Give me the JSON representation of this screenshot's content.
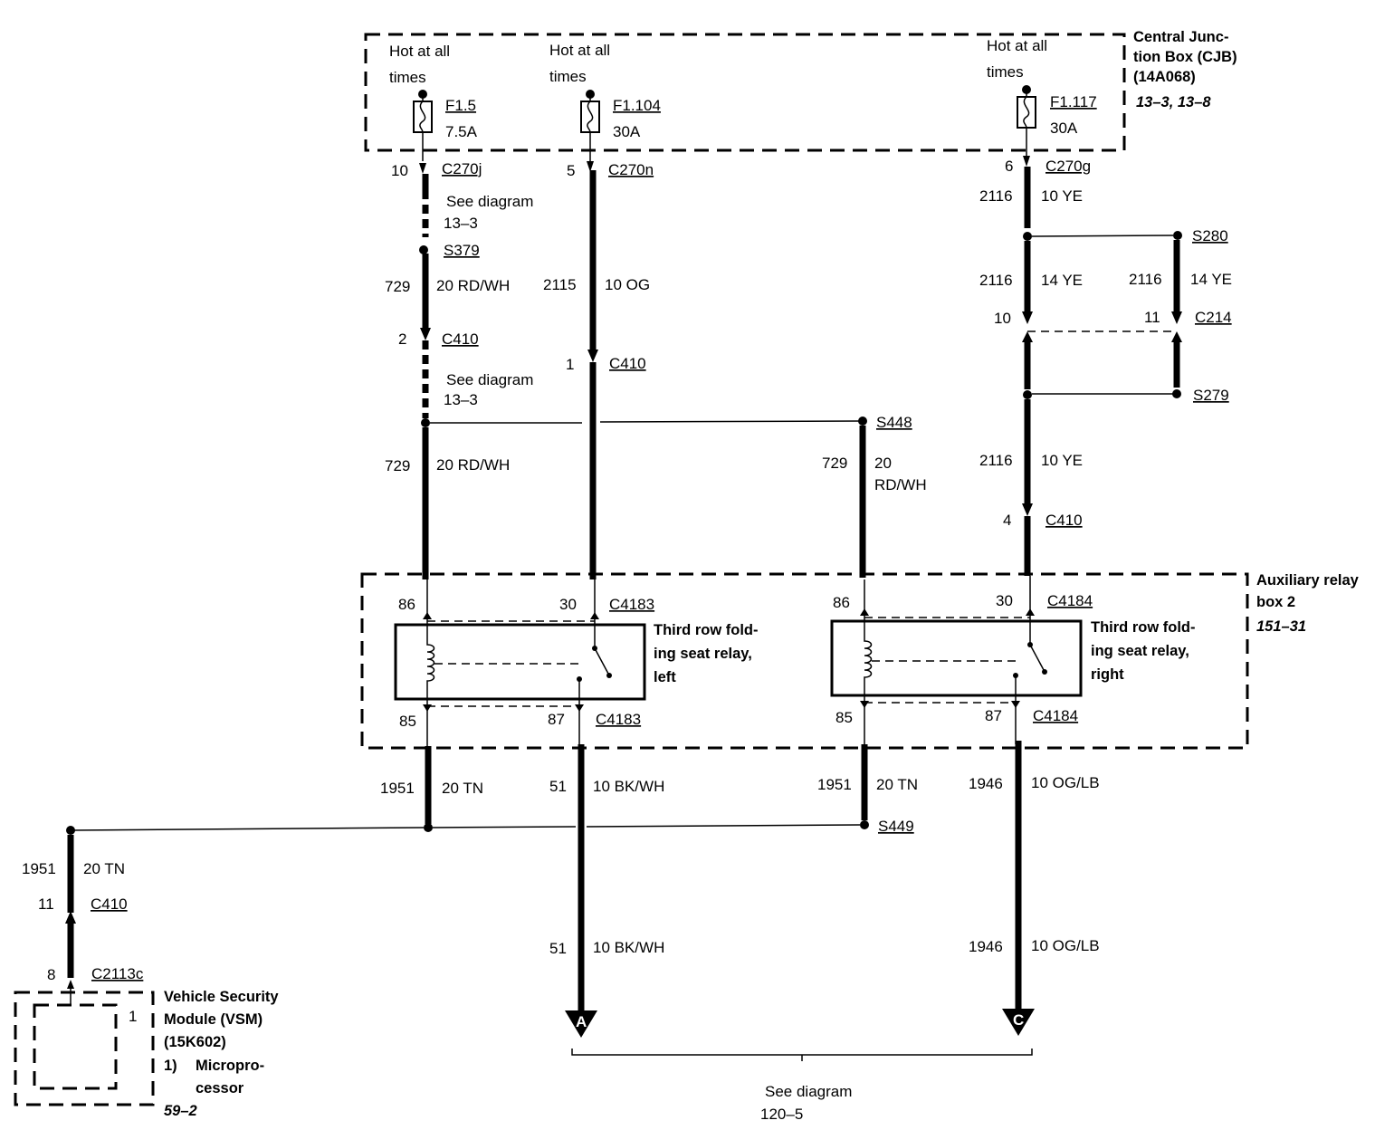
{
  "cjb": {
    "title_lines": [
      "Central Junc-",
      "tion Box (CJB)",
      "(14A068)"
    ],
    "ref": "13–3, 13–8",
    "fuses": [
      {
        "hot_lines": [
          "Hot at all",
          "times"
        ],
        "name": "F1.5",
        "rating": "7.5A"
      },
      {
        "hot_lines": [
          "Hot at all",
          "times"
        ],
        "name": "F1.104",
        "rating": "30A"
      },
      {
        "hot_lines": [
          "Hot at all",
          "times"
        ],
        "name": "F1.117",
        "rating": "30A"
      }
    ]
  },
  "wire1": {
    "pin_top": "10",
    "conn_top": "C270j",
    "see1_lines": [
      "See diagram",
      "13–3"
    ],
    "splice": "S379",
    "circuit_a": "729",
    "gauge_a": "20 RD/WH",
    "pin_mid": "2",
    "conn_mid": "C410",
    "see2_lines": [
      "See diagram",
      "13–3"
    ],
    "circuit_b": "729",
    "gauge_b": "20 RD/WH"
  },
  "wire2": {
    "pin_top": "5",
    "conn_top": "C270n",
    "circuit": "2115",
    "gauge": "10 OG",
    "pin_mid": "1",
    "conn_mid": "C410"
  },
  "wire3": {
    "pin_top": "6",
    "conn_top": "C270g",
    "circuit_a": "2116",
    "gauge_a": "10 YE",
    "splice_a": "S280",
    "circuit_b": "2116",
    "gauge_b": "14 YE",
    "circuit_c": "2116",
    "gauge_c": "14 YE",
    "pin_left": "10",
    "pin_right": "11",
    "conn_c214": "C214",
    "splice_b": "S279",
    "circuit_d": "2116",
    "gauge_d": "10 YE",
    "pin_c410": "4",
    "conn_c410": "C410"
  },
  "s448": {
    "splice": "S448",
    "circuit": "729",
    "gauge_lines": [
      "20",
      "RD/WH"
    ]
  },
  "aux_box": {
    "title_lines": [
      "Auxiliary relay",
      "box 2"
    ],
    "ref": "151–31"
  },
  "relay_left": {
    "pin86": "86",
    "pin30": "30",
    "conn_top": "C4183",
    "pin85": "85",
    "pin87": "87",
    "conn_bot": "C4183",
    "name_lines": [
      "Third row fold-",
      "ing seat relay,",
      "left"
    ]
  },
  "relay_right": {
    "pin86": "86",
    "pin30": "30",
    "conn_top": "C4184",
    "pin85": "85",
    "pin87": "87",
    "conn_bot": "C4184",
    "name_lines": [
      "Third row fold-",
      "ing seat relay,",
      "right"
    ]
  },
  "lower": {
    "l_circuit": "1951",
    "l_gauge": "20 TN",
    "m_circuit": "51",
    "m_gauge": "10 BK/WH",
    "r_circuit": "1951",
    "r_gauge": "20 TN",
    "rr_circuit": "1946",
    "rr_gauge": "10 OG/LB",
    "splice_s449": "S449",
    "m2_circuit": "51",
    "m2_gauge": "10 BK/WH",
    "rr2_circuit": "1946",
    "rr2_gauge": "10 OG/LB",
    "arrow_a": "A",
    "arrow_c": "C",
    "see_lines": [
      "See diagram",
      "120–5"
    ]
  },
  "vsm": {
    "circuit": "1951",
    "gauge": "20 TN",
    "pin_c410": "11",
    "conn_c410": "C410",
    "pin_c2113": "8",
    "conn_c2113": "C2113c",
    "inner_pin": "1",
    "title_lines": [
      "Vehicle Security",
      "Module (VSM)",
      "(15K602)"
    ],
    "note_num": "1)",
    "note_lines": [
      "Micropro-",
      "cessor"
    ],
    "ref": "59–2"
  }
}
